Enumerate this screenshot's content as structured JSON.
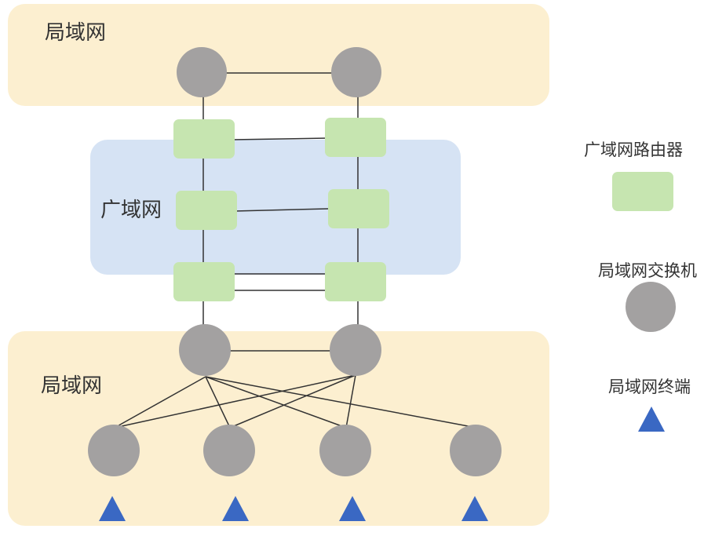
{
  "zones": {
    "top_lan": {
      "label": "局域网"
    },
    "wan": {
      "label": "广域网"
    },
    "bottom_lan": {
      "label": "局域网"
    }
  },
  "legend": {
    "router": {
      "label": "广域网路由器"
    },
    "switch": {
      "label": "局域网交换机"
    },
    "terminal": {
      "label": "局域网终端"
    }
  },
  "colors": {
    "lan_zone": "#fcefd0",
    "wan_zone": "#d6e3f4",
    "router": "#c6e5b0",
    "switch": "#a3a1a1",
    "terminal": "#3a68c3",
    "link": "#333333"
  }
}
